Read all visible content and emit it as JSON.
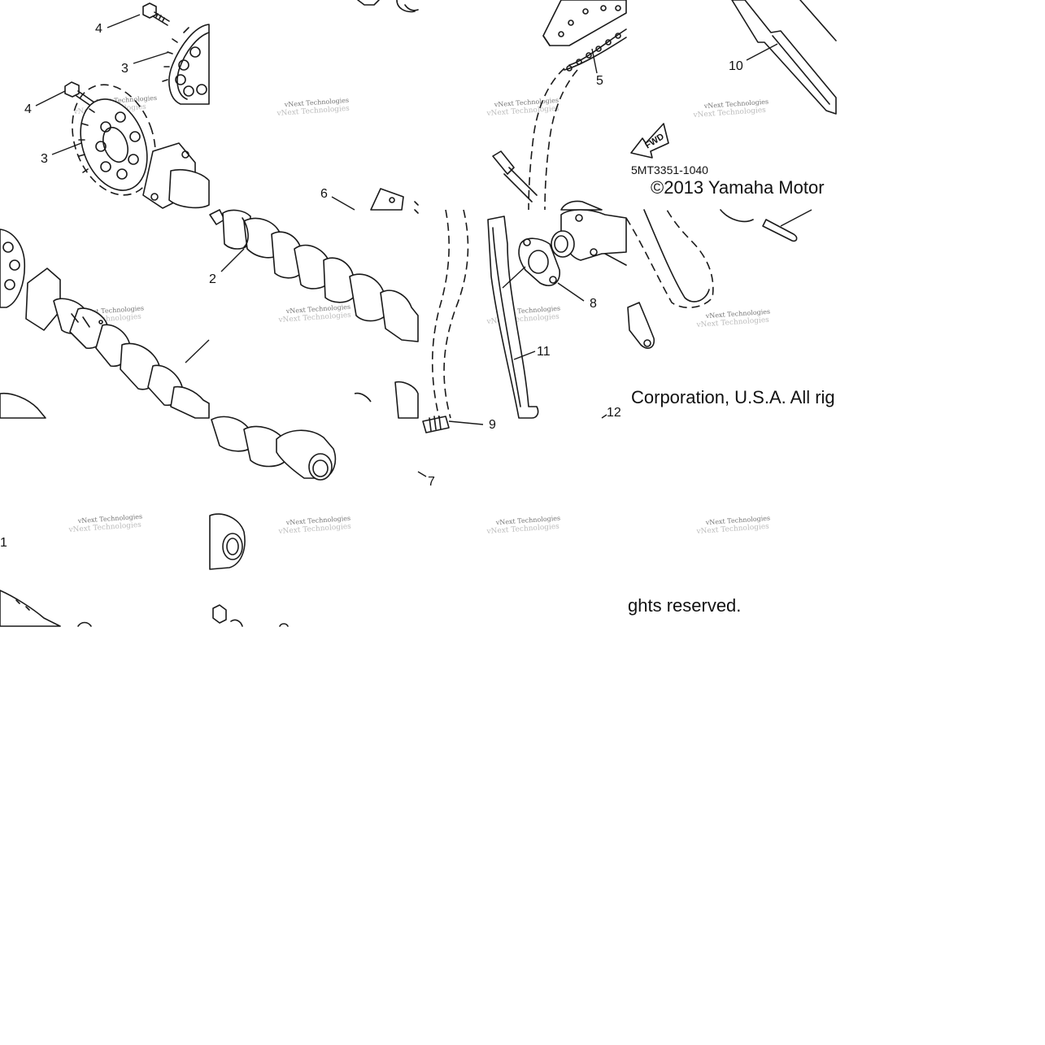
{
  "callouts": {
    "c1": "1",
    "c2": "2",
    "c3a": "3",
    "c3b": "3",
    "c4a": "4",
    "c4b": "4",
    "c5": "5",
    "c6": "6",
    "c7": "7",
    "c8": "8",
    "c9": "9",
    "c10": "10",
    "c11": "11",
    "c12": "12"
  },
  "diagram_code": "5MT3351-1040",
  "fwd_label": "FWD",
  "copyright": {
    "line1": "©2013 Yamaha Motor",
    "line2": "Corporation, U.S.A. All rig",
    "line3": "ghts reserved."
  },
  "watermark": "vNext Technologies"
}
